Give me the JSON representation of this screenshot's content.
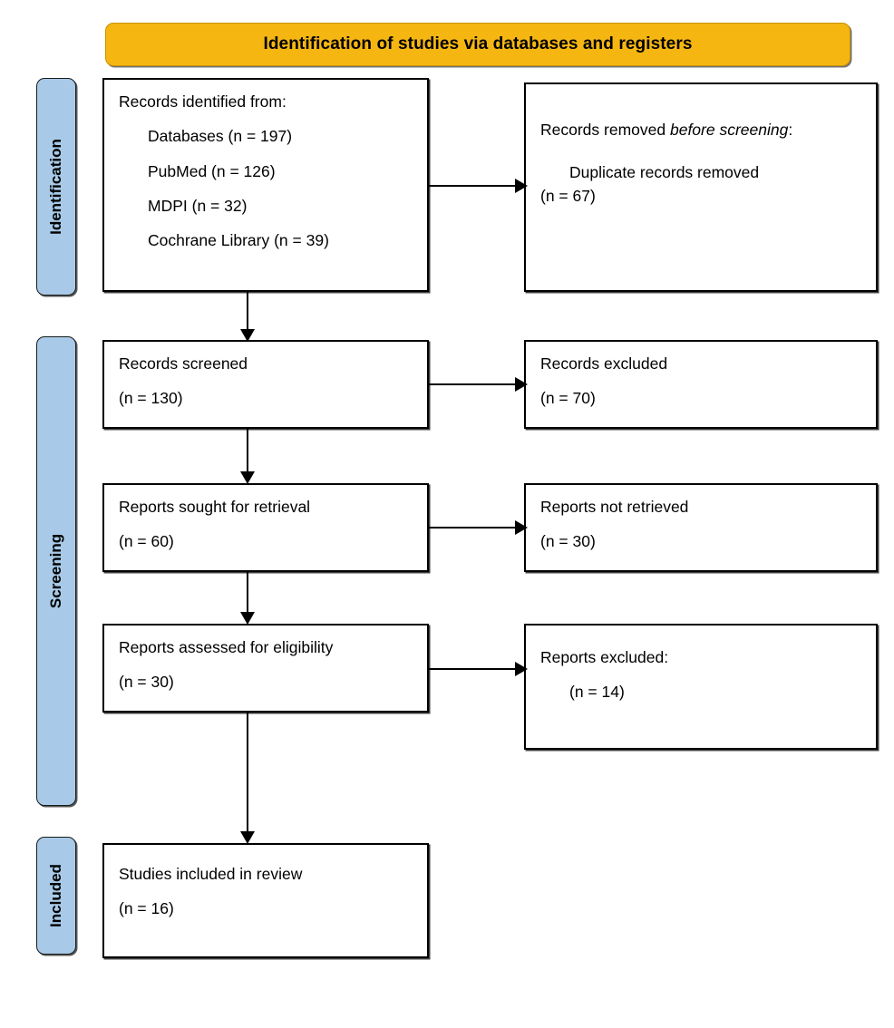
{
  "diagram": {
    "title": "PRISMA 2020 flow diagram",
    "colors": {
      "banner_fill": "#F5B611",
      "side_label_fill": "#A8CAE8",
      "box_stroke": "#000000",
      "box_fill": "#FFFFFF"
    }
  },
  "banner": {
    "label": "Identification of studies via databases and registers"
  },
  "side_labels": [
    {
      "label": "Identification"
    },
    {
      "label": "Screening"
    },
    {
      "label": "Included"
    }
  ],
  "boxes": {
    "records_identified": {
      "name": "records-identified",
      "heading": "Records identified from:",
      "items": [
        "Databases (n = 197)",
        "PubMed (n = 126)",
        "MDPI (n = 32)",
        "Cochrane Library (n = 39)"
      ]
    },
    "records_removed": {
      "name": "records-removed-before-screening",
      "heading_pre": "Records removed ",
      "heading_em": "before screening",
      "heading_post": ":",
      "items": [
        "Duplicate records removed",
        "(n = 67)"
      ]
    },
    "records_screened": {
      "name": "records-screened",
      "heading": "Records screened",
      "count": "(n = 130)"
    },
    "records_excluded": {
      "name": "records-excluded",
      "heading": "Records excluded",
      "count": "(n = 70)"
    },
    "reports_sought": {
      "name": "reports-sought-for-retrieval",
      "heading": "Reports sought for retrieval",
      "count": "(n = 60)"
    },
    "reports_not_retrieved": {
      "name": "reports-not-retrieved",
      "heading": "Reports not retrieved",
      "count": "(n = 30)"
    },
    "reports_assessed": {
      "name": "reports-assessed-for-eligibility",
      "heading": "Reports assessed for eligibility",
      "count": "(n = 30)"
    },
    "reports_excluded": {
      "name": "reports-excluded",
      "heading": "Reports excluded:",
      "count": "(n = 14)"
    },
    "studies_included": {
      "name": "studies-included-in-review",
      "heading": "Studies included in review",
      "count": "(n = 16)"
    }
  },
  "chart_data": {
    "type": "diagram",
    "title": "PRISMA flow of study selection",
    "stages": [
      {
        "stage": "Identification",
        "node": "Records identified from databases",
        "n": 197
      },
      {
        "stage": "Identification",
        "node": "PubMed",
        "n": 126
      },
      {
        "stage": "Identification",
        "node": "MDPI",
        "n": 32
      },
      {
        "stage": "Identification",
        "node": "Cochrane Library",
        "n": 39
      },
      {
        "stage": "Identification",
        "node": "Duplicate records removed before screening",
        "n": 67
      },
      {
        "stage": "Screening",
        "node": "Records screened",
        "n": 130
      },
      {
        "stage": "Screening",
        "node": "Records excluded",
        "n": 70
      },
      {
        "stage": "Screening",
        "node": "Reports sought for retrieval",
        "n": 60
      },
      {
        "stage": "Screening",
        "node": "Reports not retrieved",
        "n": 30
      },
      {
        "stage": "Screening",
        "node": "Reports assessed for eligibility",
        "n": 30
      },
      {
        "stage": "Screening",
        "node": "Reports excluded",
        "n": 14
      },
      {
        "stage": "Included",
        "node": "Studies included in review",
        "n": 16
      }
    ]
  }
}
